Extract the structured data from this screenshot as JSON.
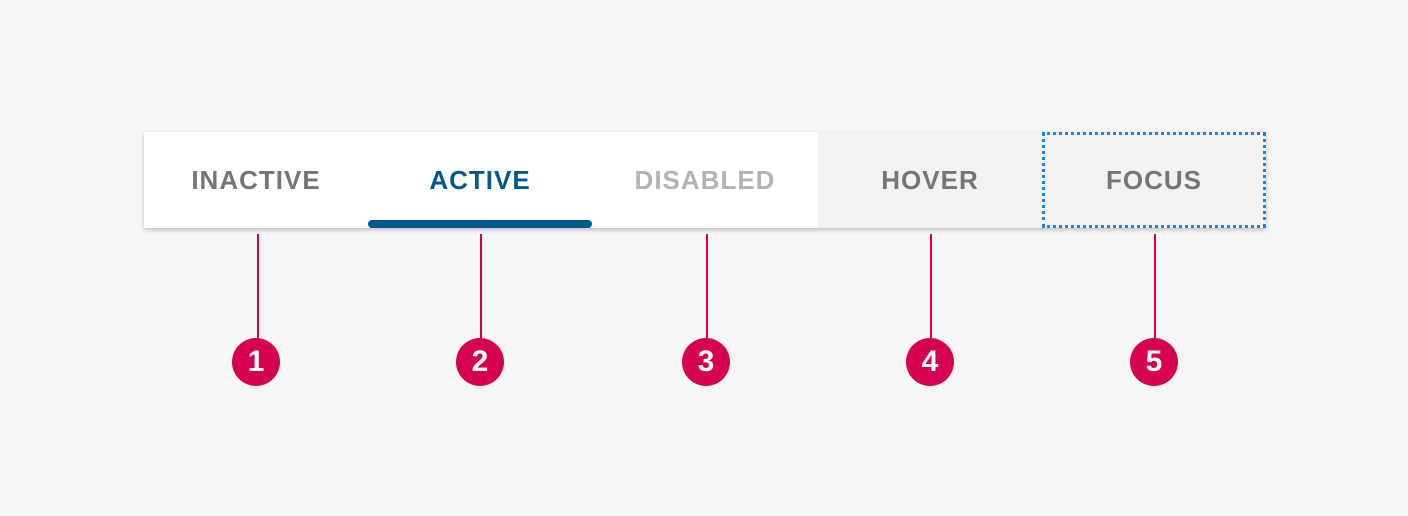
{
  "tabs": [
    {
      "label": "INACTIVE",
      "state": "inactive"
    },
    {
      "label": "ACTIVE",
      "state": "active"
    },
    {
      "label": "DISABLED",
      "state": "disabled"
    },
    {
      "label": "HOVER",
      "state": "hover"
    },
    {
      "label": "FOCUS",
      "state": "focus"
    }
  ],
  "callouts": [
    "1",
    "2",
    "3",
    "4",
    "5"
  ],
  "colors": {
    "background": "#f6f6f6",
    "tabbar": "#ffffff",
    "inactive_text": "#757575",
    "active_text": "#005a8e",
    "active_indicator": "#005a8e",
    "disabled_text": "#b3b3b3",
    "hover_bg": "#f2f2f2",
    "focus_outline": "#1b83e0",
    "callout": "#d60051"
  }
}
